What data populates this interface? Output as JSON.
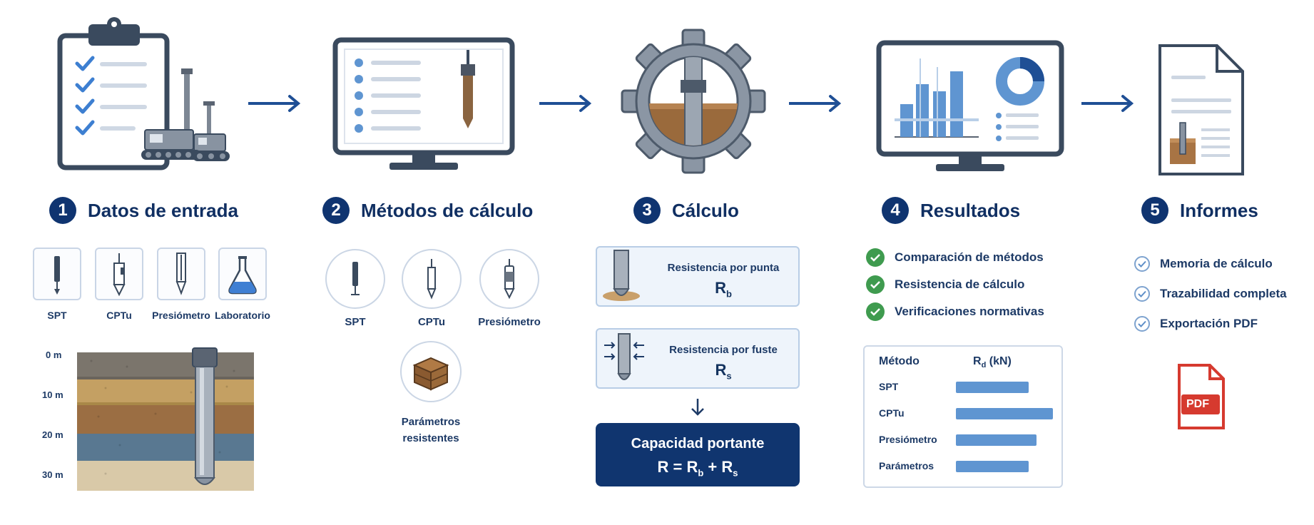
{
  "steps": [
    {
      "num": "1",
      "label": "Datos de entrada"
    },
    {
      "num": "2",
      "label": "Métodos de cálculo"
    },
    {
      "num": "3",
      "label": "Cálculo"
    },
    {
      "num": "4",
      "label": "Resultados"
    },
    {
      "num": "5",
      "label": "Informes"
    }
  ],
  "inputs": {
    "tools": [
      "SPT",
      "CPTu",
      "Presiómetro",
      "Laboratorio"
    ],
    "depths": [
      "0 m",
      "10 m",
      "20 m",
      "30 m"
    ]
  },
  "methods": {
    "items": [
      "SPT",
      "CPTu",
      "Presiómetro"
    ],
    "params_line1": "Parámetros",
    "params_line2": "resistentes"
  },
  "calc": {
    "tip_label": "Resistencia por punta",
    "tip_symbol": "R",
    "tip_sub": "b",
    "shaft_label": "Resistencia por fuste",
    "shaft_symbol": "R",
    "shaft_sub": "s",
    "capacity_title": "Capacidad portante",
    "capacity_R": "R = R",
    "capacity_b": "b",
    "capacity_plus": " + R",
    "capacity_s": "s"
  },
  "results": {
    "checks": [
      "Comparación de métodos",
      "Resistencia de cálculo",
      "Verificaciones normativas"
    ],
    "table": {
      "col_method": "Método",
      "col_value": "R",
      "col_value_sub": "d",
      "col_value_unit": " (kN)",
      "rows": [
        {
          "label": "SPT",
          "value": 0.75
        },
        {
          "label": "CPTu",
          "value": 1.0
        },
        {
          "label": "Presiómetro",
          "value": 0.83
        },
        {
          "label": "Parámetros",
          "value": 0.75
        }
      ]
    }
  },
  "reports": {
    "items": [
      "Memoria de cálculo",
      "Trazabilidad completa",
      "Exportación PDF"
    ],
    "pdf_label": "PDF"
  },
  "colors": {
    "navy": "#10356f",
    "accent_blue": "#5f95d1",
    "check_green": "#3f9b4f",
    "pdf_red": "#d63a2f"
  }
}
